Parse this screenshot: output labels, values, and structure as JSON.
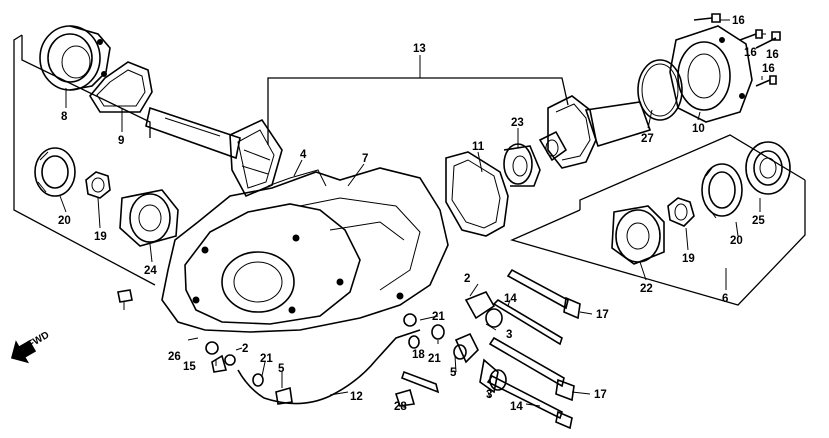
{
  "forward_label": "FWD",
  "callouts": {
    "c2a": "2",
    "c2b": "2",
    "c3a": "3",
    "c3b": "3",
    "c4": "4",
    "c5a": "5",
    "c5b": "5",
    "c6": "6",
    "c7": "7",
    "c8": "8",
    "c9": "9",
    "c10": "10",
    "c11": "11",
    "c12": "12",
    "c13": "13",
    "c14a": "14",
    "c14b": "14",
    "c15": "15",
    "c16a": "16",
    "c16b": "16",
    "c16c": "16",
    "c16d": "16",
    "c17a": "17",
    "c17b": "17",
    "c18": "18",
    "c19a": "19",
    "c19b": "19",
    "c20a": "20",
    "c20b": "20",
    "c21a": "21",
    "c21b": "21",
    "c21c": "21",
    "c22": "22",
    "c23": "23",
    "c24": "24",
    "c25": "25",
    "c26": "26",
    "c27": "27",
    "c28": "28"
  }
}
